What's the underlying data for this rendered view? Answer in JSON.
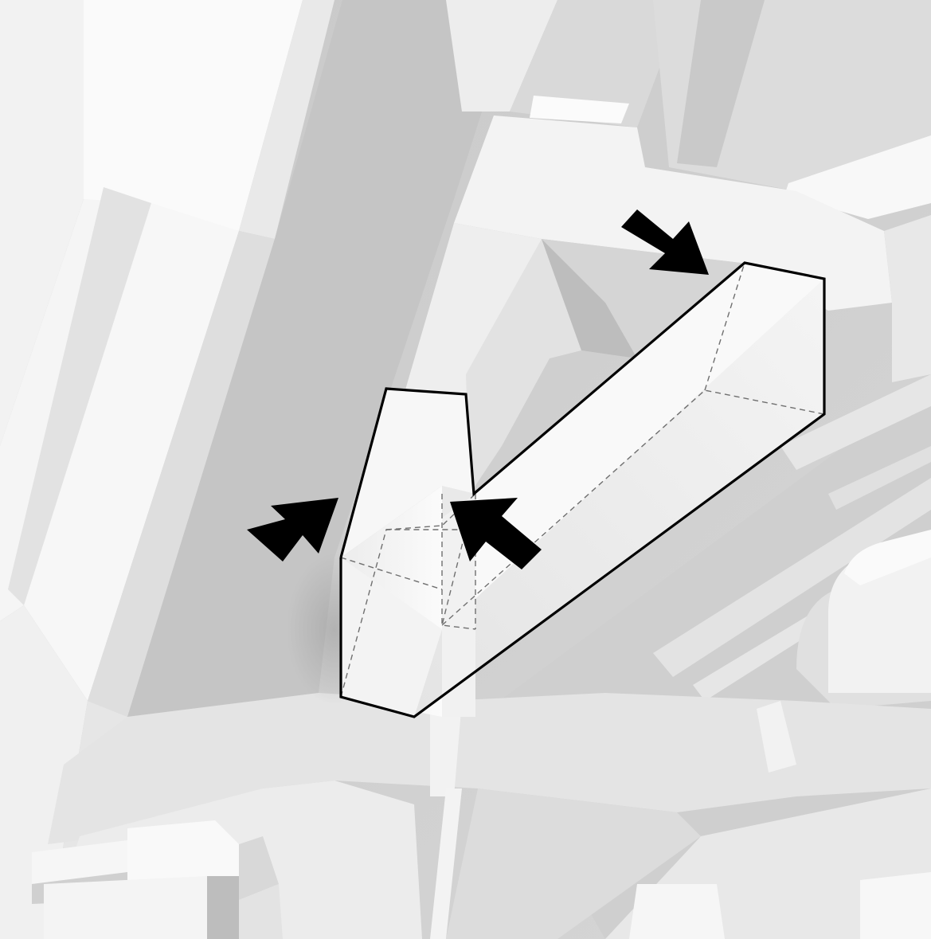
{
  "diagram": {
    "type": "axonometric-massing-diagram",
    "colors": {
      "background": "#ffffff",
      "ground": "#cdcdcd",
      "plaza": "#e6e6e6",
      "building_light": "#f7f7f7",
      "building_shade": "#d2d2d2",
      "outline": "#000000",
      "hidden_edges": "#6f6f6f",
      "arrow": "#000000"
    },
    "arrows": [
      {
        "name": "entry-arrow-upper-right",
        "direction": "south-east"
      },
      {
        "name": "entry-arrow-lower-left",
        "direction": "north-east"
      },
      {
        "name": "entry-arrow-lower-center",
        "direction": "north-west"
      }
    ],
    "icons": [
      "arrow-icon"
    ]
  }
}
